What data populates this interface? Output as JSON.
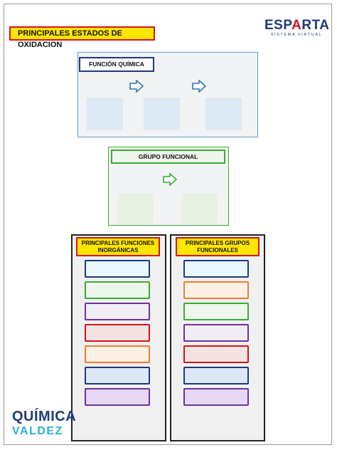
{
  "title": "PRINCIPALES ESTADOS DE OXIDACION",
  "brand": {
    "name_prefix": "ESP",
    "name_accent": "A",
    "name_suffix": "RTA",
    "tagline": "SISTEMA VIRTUAL"
  },
  "funcion_quimica": {
    "label": "FUNCIÓN QUÍMICA",
    "boxes": 3,
    "arrows": 2
  },
  "grupo_funcional": {
    "label": "GRUPO FUNCIONAL",
    "boxes": 2,
    "arrows": 1
  },
  "left_column": {
    "header": "PRINCIPALES FUNCIONES INORGÁNICAS",
    "slots": [
      {
        "border": "#1f3a7a",
        "fill": "#eaf8fd"
      },
      {
        "border": "#3aaa35",
        "fill": "#eef7ec"
      },
      {
        "border": "#7030a0",
        "fill": "#f1edf5"
      },
      {
        "border": "#d4141c",
        "fill": "#f5e3e3"
      },
      {
        "border": "#ed7d31",
        "fill": "#fdf0e4"
      },
      {
        "border": "#1f3a7a",
        "fill": "#dde8f5"
      },
      {
        "border": "#7030a0",
        "fill": "#e6d8f5"
      }
    ]
  },
  "right_column": {
    "header": "PRINCIPALES GRUPOS FUNCIONALES",
    "slots": [
      {
        "border": "#1f3a7a",
        "fill": "#eaf8fd"
      },
      {
        "border": "#ed7d31",
        "fill": "#fdf0e4"
      },
      {
        "border": "#3aaa35",
        "fill": "#eef7ec"
      },
      {
        "border": "#7030a0",
        "fill": "#f1edf5"
      },
      {
        "border": "#d4141c",
        "fill": "#f5e3e3"
      },
      {
        "border": "#1f3a7a",
        "fill": "#dde8f5"
      },
      {
        "border": "#7030a0",
        "fill": "#e6d8f5"
      }
    ]
  },
  "logo": {
    "line1": "QUÍMICA",
    "line2": "VALDEZ"
  },
  "colors": {
    "title_bg": "#ffe600",
    "title_border": "#d4141c",
    "brand_blue": "#1f3a7a",
    "arrow_blue": "#2e75b6",
    "arrow_green": "#3aaa35"
  }
}
